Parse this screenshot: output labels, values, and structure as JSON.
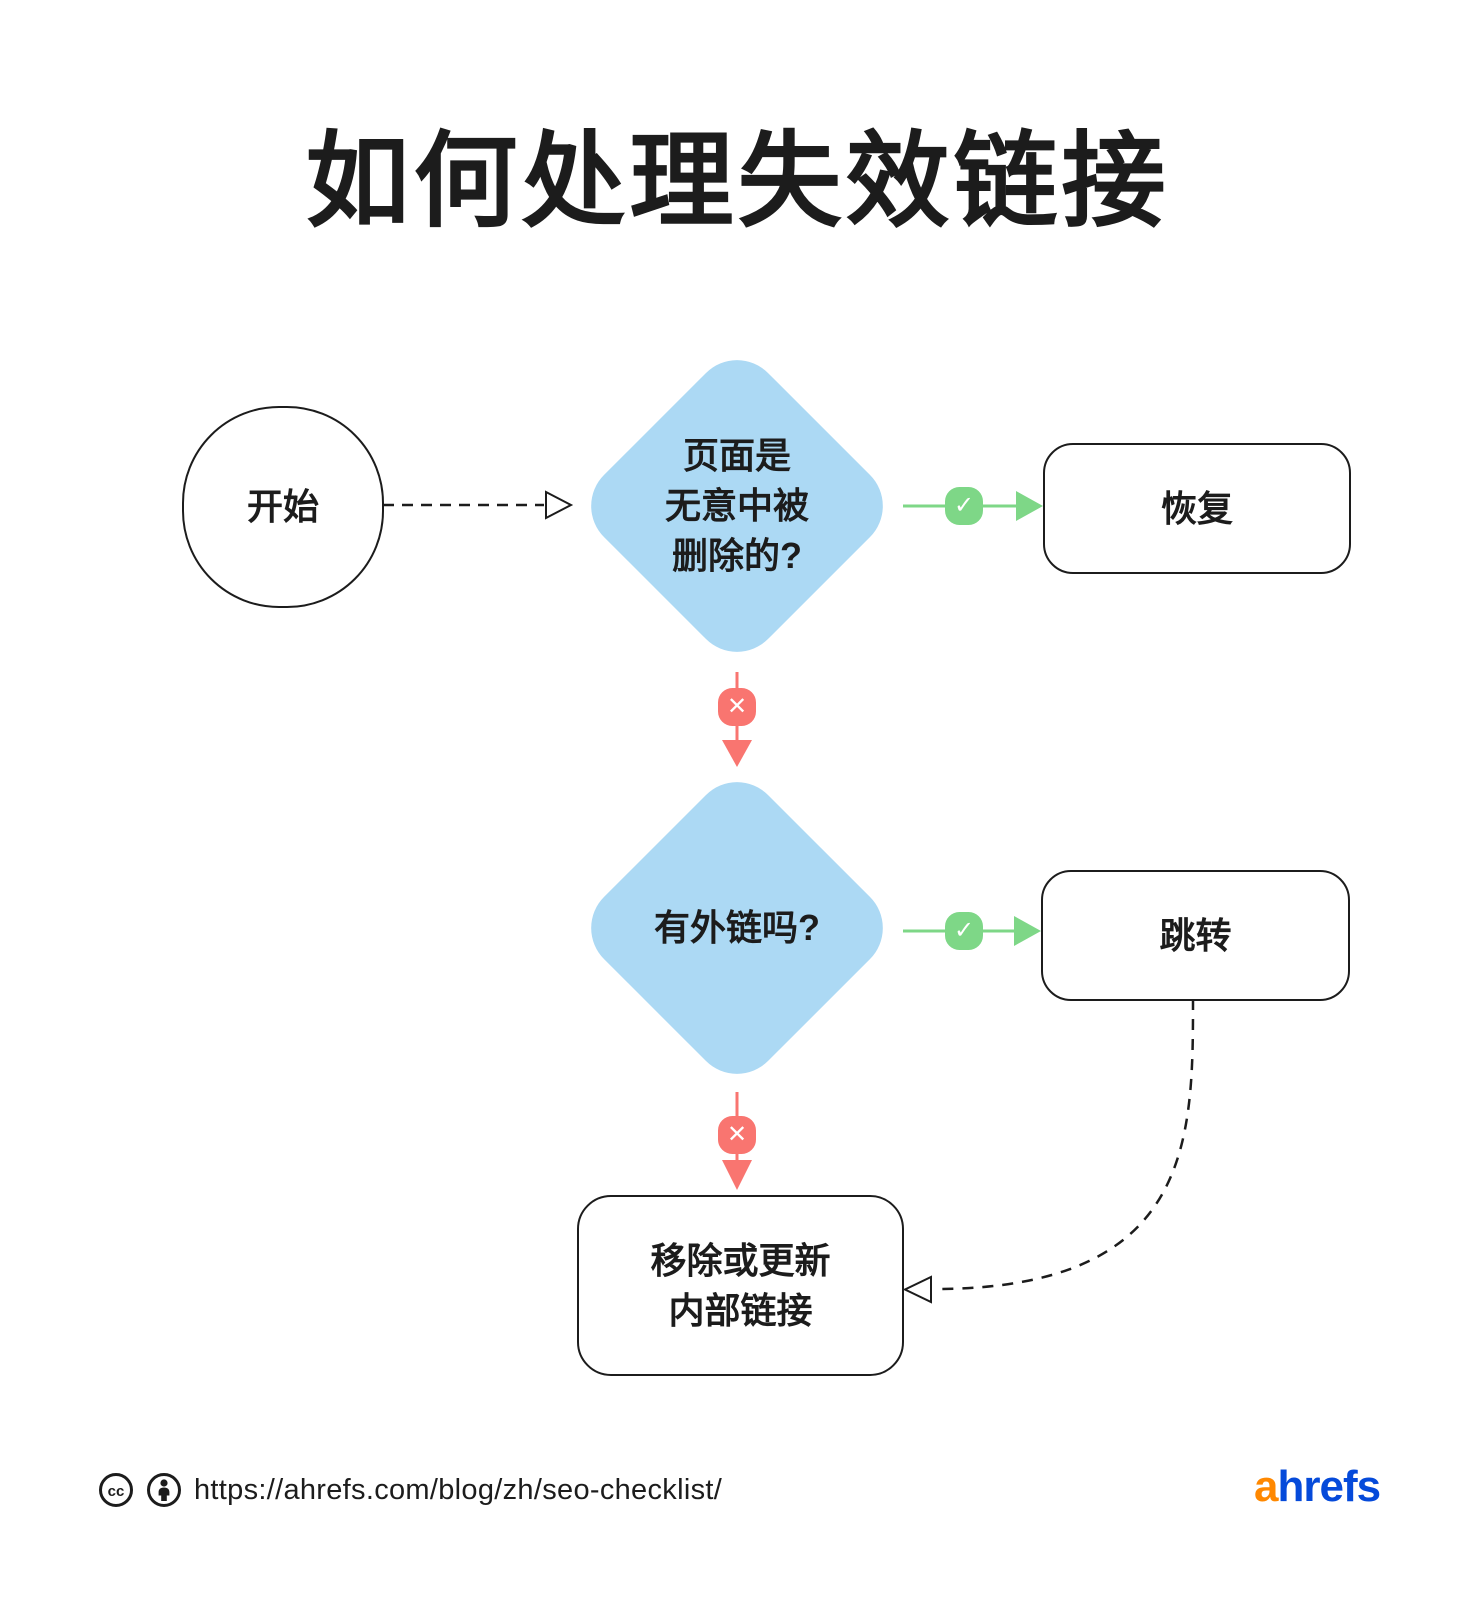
{
  "title": "如何处理失效链接",
  "flow": {
    "start": {
      "label": "开始"
    },
    "decision1": {
      "lines": [
        "页面是",
        "无意中被",
        "删除的?"
      ]
    },
    "restore": {
      "label": "恢复"
    },
    "decision2": {
      "label": "有外链吗?"
    },
    "redirect": {
      "label": "跳转"
    },
    "remove_update": {
      "lines": [
        "移除或更新",
        "内部链接"
      ]
    }
  },
  "edges": [
    {
      "from": "start",
      "to": "decision1",
      "style": "dashed-arrow"
    },
    {
      "from": "decision1",
      "to": "restore",
      "answer": "yes"
    },
    {
      "from": "decision1",
      "to": "decision2",
      "answer": "no"
    },
    {
      "from": "decision2",
      "to": "redirect",
      "answer": "yes"
    },
    {
      "from": "decision2",
      "to": "remove_update",
      "answer": "no"
    },
    {
      "from": "redirect",
      "to": "remove_update",
      "style": "dashed-arrow"
    }
  ],
  "icons": {
    "check": "✓",
    "cross": "✕",
    "cc": "cc"
  },
  "colors": {
    "diamond_fill": "#ACD9F4",
    "yes_green": "#7ED787",
    "no_red": "#F97570",
    "ink": "#1C1C1C",
    "logo_orange": "#FF8800",
    "logo_blue": "#054ADA"
  },
  "footer": {
    "url": "https://ahrefs.com/blog/zh/seo-checklist/",
    "logo": {
      "first": "a",
      "rest": "hrefs"
    }
  }
}
